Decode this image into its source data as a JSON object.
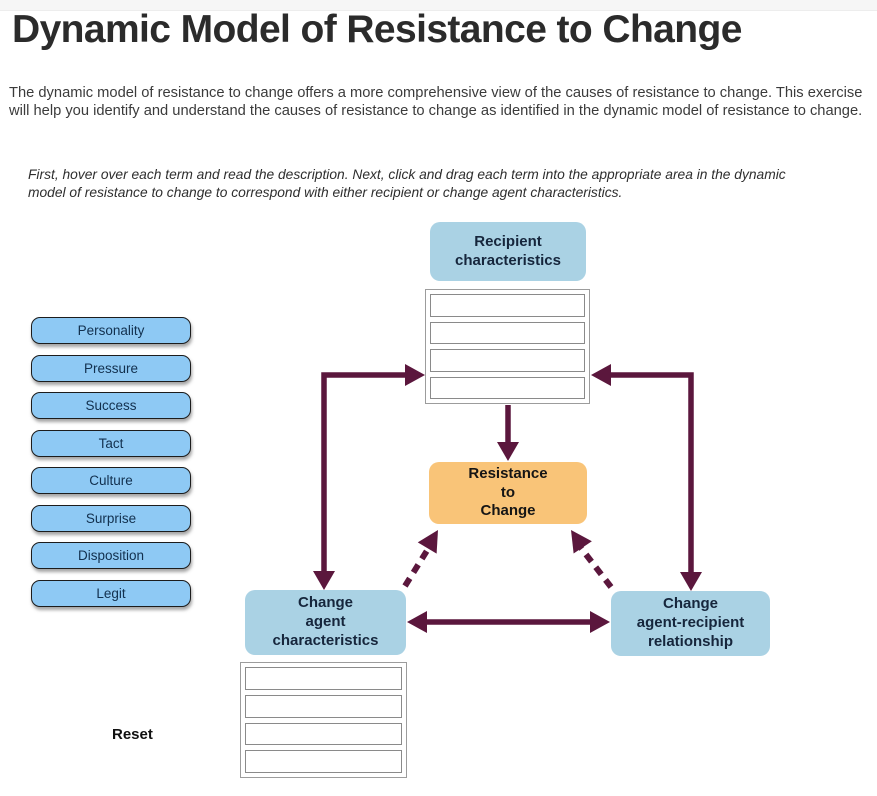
{
  "colors": {
    "term_blue": "#8ec9f4",
    "box_blue": "#aad2e4",
    "box_orange": "#f9c478",
    "arrow": "#5b173d"
  },
  "header": {
    "title": "Dynamic Model of Resistance to Change",
    "intro": "The dynamic model of resistance to change offers a more comprehensive view of the causes of resistance to change. This exercise will help you identify and understand the causes of resistance to change as identified in the dynamic model of resistance to change.",
    "instructions": "First, hover over each term and read the description. Next, click and drag each term into the appropriate area in the dynamic model of resistance to change to correspond with either recipient or change agent characteristics."
  },
  "terms": [
    {
      "label": "Personality"
    },
    {
      "label": "Pressure"
    },
    {
      "label": "Success"
    },
    {
      "label": "Tact"
    },
    {
      "label": "Culture"
    },
    {
      "label": "Surprise"
    },
    {
      "label": "Disposition"
    },
    {
      "label": "Legit"
    }
  ],
  "reset_label": "Reset",
  "diagram": {
    "recipient": {
      "lines": [
        "Recipient",
        "characteristics"
      ]
    },
    "resistance": {
      "lines": [
        "Resistance",
        "to",
        "Change"
      ]
    },
    "change_agent": {
      "lines": [
        "Change",
        "agent",
        "characteristics"
      ]
    },
    "relationship": {
      "lines": [
        "Change",
        "agent-recipient",
        "relationship"
      ]
    }
  }
}
